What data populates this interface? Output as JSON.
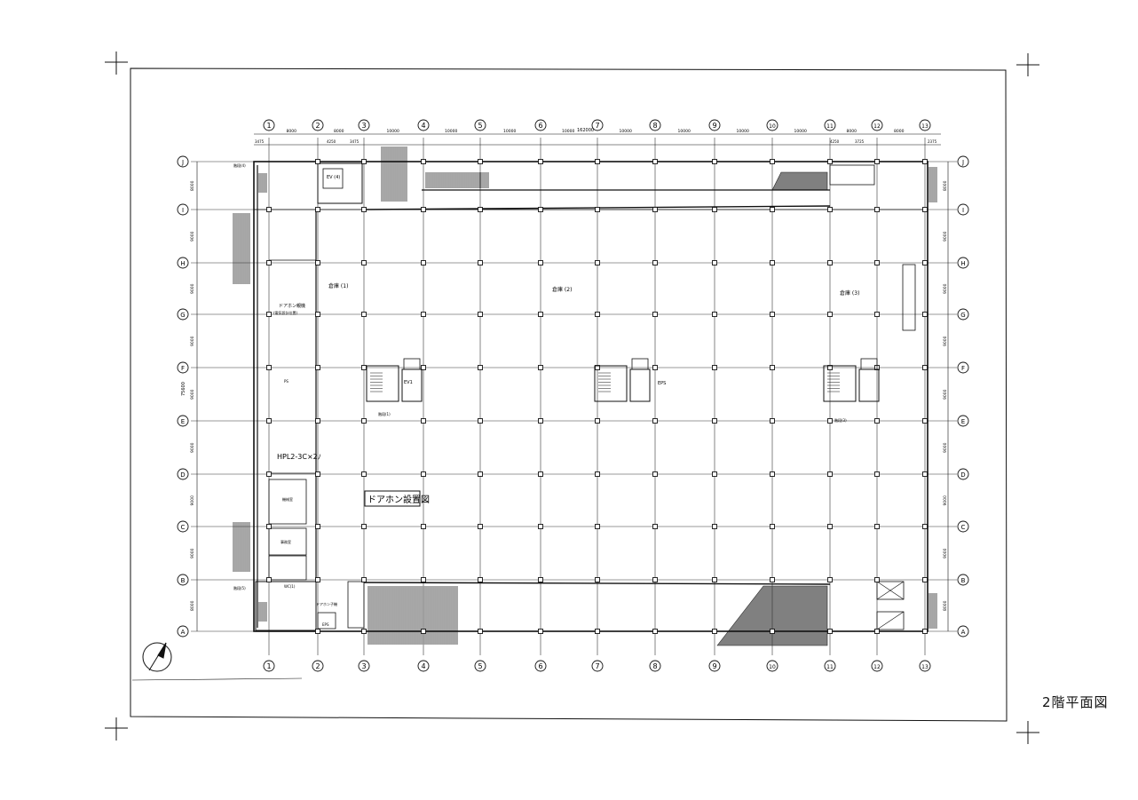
{
  "drawing": {
    "caption": "2階平面図",
    "stamp": "ドアホン設置図",
    "note_hp": "HPL2-3C×2ﾉ",
    "overall_dim": "162000",
    "overall_dim_v": "75600"
  },
  "grid": {
    "columns": [
      "1",
      "2",
      "3",
      "4",
      "5",
      "6",
      "7",
      "8",
      "9",
      "10",
      "11",
      "12",
      "13"
    ],
    "rows": [
      "J",
      "I",
      "H",
      "G",
      "F",
      "E",
      "D",
      "C",
      "B",
      "A"
    ],
    "spans_x": [
      "8000",
      "8000",
      "10000",
      "10000",
      "10000",
      "10000",
      "10000",
      "10000",
      "10000",
      "10000",
      "8000",
      "8000"
    ],
    "sub_dims_x": [
      "3475",
      "4250",
      "3475",
      "4250",
      "3725",
      "2375"
    ],
    "spans_y": [
      "8000",
      "9000",
      "9000",
      "9000",
      "9000",
      "9000",
      "9000",
      "9000",
      "8000"
    ]
  },
  "rooms": {
    "warehouse_1": "倉庫 (1)",
    "warehouse_2": "倉庫 (2)",
    "warehouse_3": "倉庫 (3)",
    "doorphone_main": "ドアホン親機",
    "doorphone_sub": "(電気設計位置)",
    "ev_4": "EV (4)",
    "ev_1": "EV1",
    "eps": "EPS",
    "stair_1": "階段(1)",
    "stair_3": "階段(3)",
    "stair_4": "階段(4)",
    "stair_5": "階段(5)",
    "wc": "WC(1)",
    "doorphone_child": "ドアホン子機",
    "eps_small": "EPS",
    "machine_room": "機械室",
    "office": "事務室",
    "shaft": "PS"
  }
}
